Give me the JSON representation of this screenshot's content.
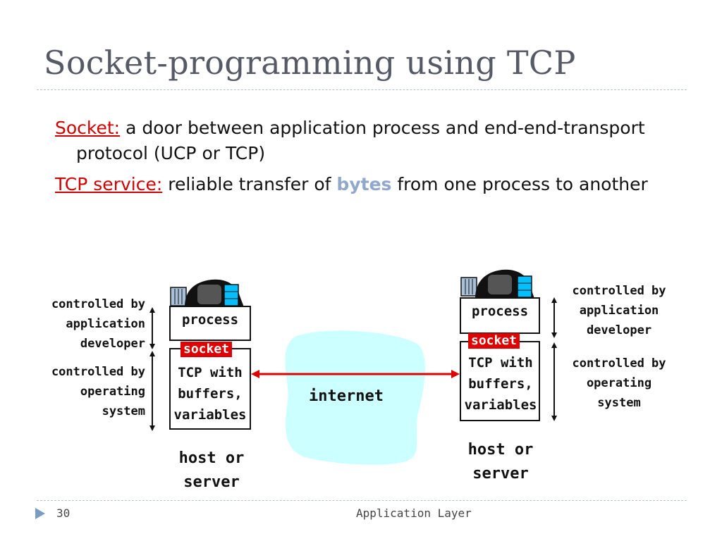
{
  "slide": {
    "title": "Socket-programming using TCP",
    "bullets": [
      {
        "term": "Socket:",
        "text": "a door between application process and end-end-transport protocol (UCP or TCP)"
      },
      {
        "term": "TCP service:",
        "text_before": "reliable transfer of",
        "emphasis": "bytes",
        "text_after": "from one process to another"
      }
    ]
  },
  "diagram": {
    "left_host": {
      "app_label": [
        "controlled by",
        "application",
        "developer"
      ],
      "os_label": [
        "controlled by",
        "operating",
        "system"
      ],
      "process": "process",
      "socket": "socket",
      "tcp": [
        "TCP with",
        "buffers,",
        "variables"
      ],
      "host": [
        "host or",
        "server"
      ]
    },
    "right_host": {
      "app_label": [
        "controlled by",
        "application",
        "developer"
      ],
      "os_label": [
        "controlled by",
        "operating",
        "system"
      ],
      "process": "process",
      "socket": "socket",
      "tcp": [
        "TCP with",
        "buffers,",
        "variables"
      ],
      "host": [
        "host or",
        "server"
      ]
    },
    "internet": "internet",
    "colors": {
      "socket": "#e00000",
      "cloud": "#ccffff",
      "link": "#e00000",
      "emphasis": "#8fa8cc"
    }
  },
  "footer": {
    "page": "30",
    "section": "Application Layer"
  }
}
